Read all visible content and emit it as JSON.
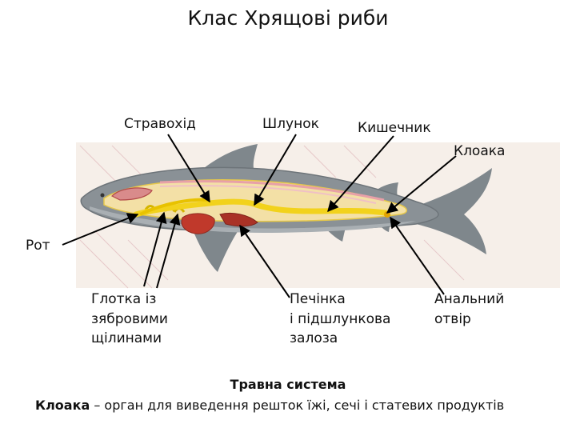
{
  "title": "Клас Хрящові риби",
  "labels": {
    "esophagus": "Стравохід",
    "stomach": "Шлунок",
    "intestine": "Кишечник",
    "cloaca": "Клоака",
    "mouth": "Рот",
    "pharynx": [
      "Глотка із",
      "зябровими",
      "щілинами"
    ],
    "liver": [
      "Печінка",
      "і підшлункова",
      "залоза"
    ],
    "anus": [
      "Анальний",
      "отвір"
    ]
  },
  "caption": {
    "heading": "Травна система",
    "term": "Клоака",
    "definition": " – орган для виведення решток їжі, сечі і статевих продуктів"
  },
  "colors": {
    "shark_body": "#8a9196",
    "shark_belly": "#a9afb3",
    "gut": "#f2d21c",
    "organ_red": "#c0392b",
    "internal_lines": "#e8a0a8",
    "background_panel": "#f6efe9"
  }
}
